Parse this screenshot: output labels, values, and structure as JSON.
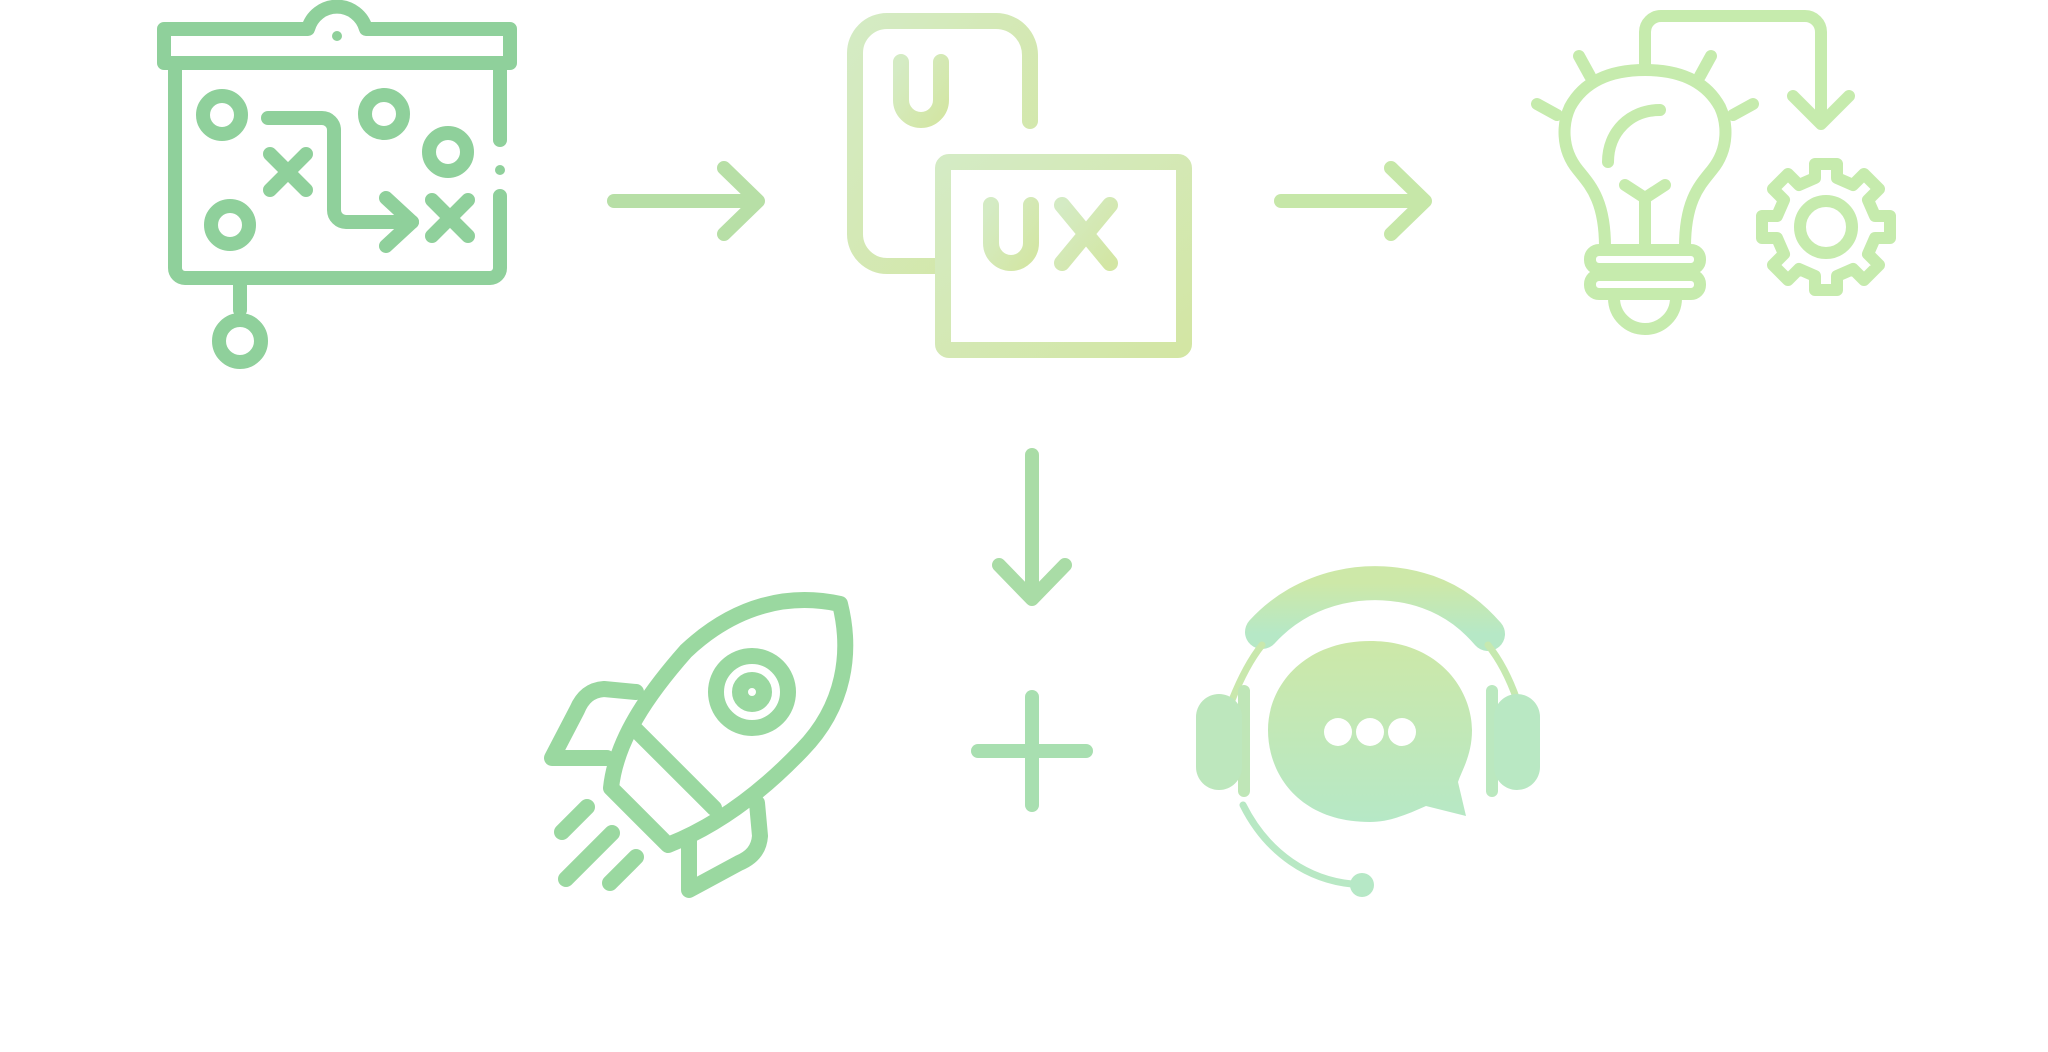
{
  "colors": {
    "strategy": "#8fd09b",
    "arrow_right_1": "#b7dfa6",
    "uiux_top": "#cde8b9",
    "uiux_bottom": "#d3e6a6",
    "arrow_right_2": "#c6e7a8",
    "innovation": "#c6ebad",
    "arrow_down": "#a9dca6",
    "plus": "#a8dfb0",
    "rocket": "#9ad8a0",
    "support_top": "#c9e8ad",
    "support_bottom": "#b8e8c4"
  },
  "nodes": [
    {
      "id": "strategy",
      "icon": "strategy-board-icon"
    },
    {
      "id": "uiux",
      "icon": "ui-ux-icon"
    },
    {
      "id": "innovation",
      "icon": "idea-gear-icon"
    },
    {
      "id": "launch",
      "icon": "rocket-icon"
    },
    {
      "id": "support",
      "icon": "support-chat-icon"
    }
  ],
  "connectors": [
    {
      "from": "strategy",
      "to": "uiux",
      "icon": "arrow-right-icon"
    },
    {
      "from": "uiux",
      "to": "innovation",
      "icon": "arrow-right-icon"
    },
    {
      "from": "uiux",
      "to": "launch",
      "icon": "arrow-down-icon"
    },
    {
      "from": "launch",
      "to": "support",
      "icon": "plus-icon"
    }
  ]
}
